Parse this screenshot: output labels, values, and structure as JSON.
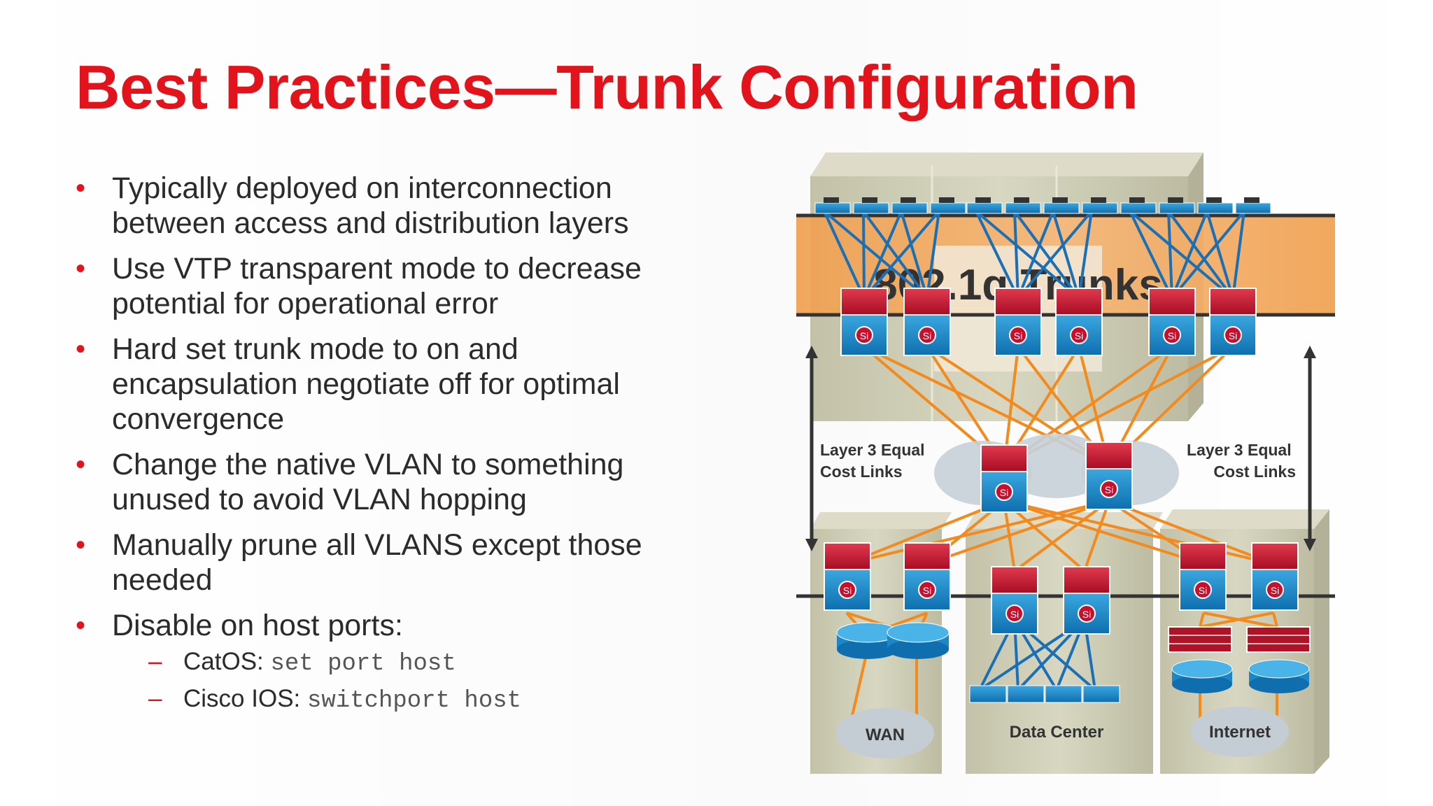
{
  "slide": {
    "title": "Best Practices—Trunk Configuration",
    "accent_color": "#e3131b",
    "bullets": [
      "Typically deployed on interconnection between access and distribution layers",
      "Use VTP transparent mode to decrease potential for operational error",
      "Hard set trunk mode to on and encapsulation negotiate off for optimal convergence",
      "Change the native VLAN to something unused to avoid VLAN hopping",
      "Manually prune all VLANS except those needed",
      "Disable on host ports:"
    ],
    "subbullets": [
      {
        "label": "CatOS: ",
        "command": "set port host"
      },
      {
        "label": "Cisco IOS: ",
        "command": "switchport host"
      }
    ]
  },
  "diagram": {
    "trunk_label": "802.1q Trunks",
    "left_label_line1": "Layer 3 Equal",
    "left_label_line2": "Cost Links",
    "right_label_line1": "Layer 3 Equal",
    "right_label_line2": "Cost Links",
    "cloud_wan": "WAN",
    "cloud_datacenter": "Data Center",
    "cloud_internet": "Internet",
    "switch_symbol": "Si",
    "colors": {
      "trunk_band": "#f3a55e",
      "l2_link": "#1a6fb5",
      "l3_link": "#f28a1e",
      "switch_red": "#c8102e",
      "switch_blue": "#1b87c9",
      "building": "#cfceb7"
    }
  }
}
